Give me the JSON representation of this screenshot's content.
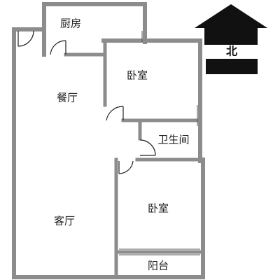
{
  "rooms": {
    "kitchen": "厨房",
    "dining": "餐厅",
    "bedroom_north": "卧室",
    "bathroom": "卫生间",
    "living": "客厅",
    "bedroom_south": "卧室",
    "balcony": "阳台"
  },
  "compass": {
    "label": "北",
    "icon": "north-arrow-icon"
  },
  "colors": {
    "wall": "#8c8c8c",
    "door": "#222222",
    "compass": "#111111"
  }
}
